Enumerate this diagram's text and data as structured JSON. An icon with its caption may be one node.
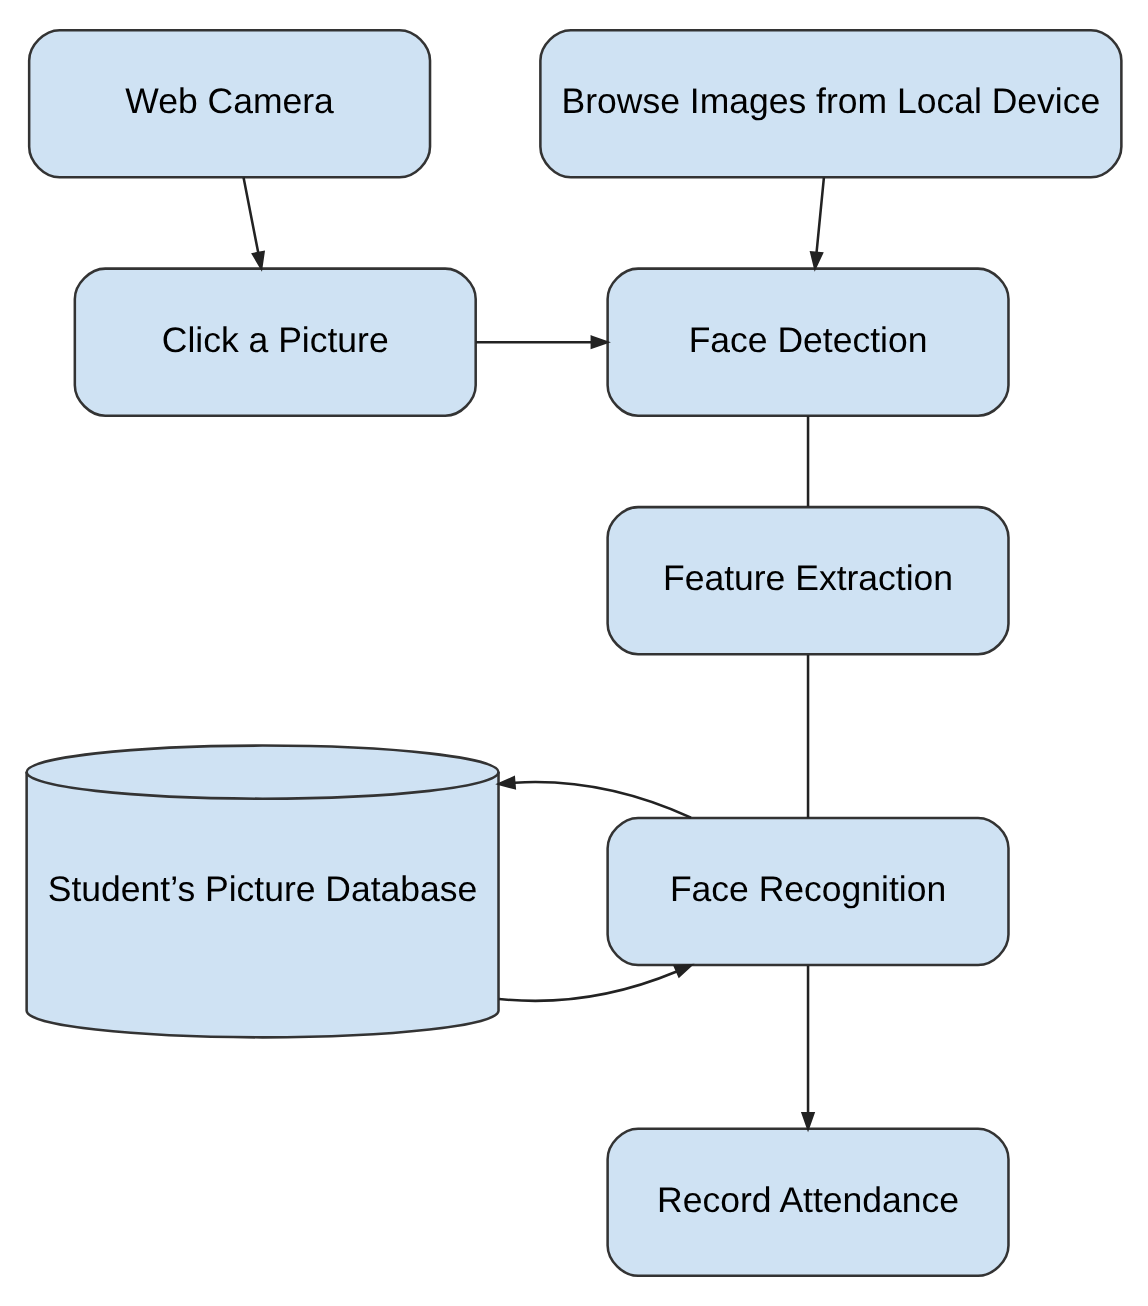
{
  "diagram": {
    "nodes": [
      {
        "text": [
          "Web Camera"
        ]
      },
      {
        "text": [
          "Browse Images from Local Device"
        ]
      },
      {
        "text": [
          "Click a Picture"
        ]
      },
      {
        "text": [
          "Face Detection"
        ]
      },
      {
        "text": [
          "Feature Extraction"
        ]
      },
      {
        "text": [
          "Student’s Picture Database"
        ]
      },
      {
        "text": [
          "Face Recognition"
        ]
      },
      {
        "text": [
          "Record Attendance"
        ]
      }
    ],
    "edges": [
      {
        "from": 0,
        "to": 2,
        "arrow": "to"
      },
      {
        "from": 1,
        "to": 3,
        "arrow": "to"
      },
      {
        "from": 2,
        "to": 3,
        "arrow": "to"
      },
      {
        "from": 3,
        "to": 4,
        "arrow": "none"
      },
      {
        "from": 4,
        "to": 6,
        "arrow": "none"
      },
      {
        "from": 5,
        "to": 6,
        "arrow": "to"
      },
      {
        "from": 6,
        "to": 5,
        "arrow": "to"
      },
      {
        "from": 6,
        "to": 7,
        "arrow": "to"
      }
    ]
  }
}
